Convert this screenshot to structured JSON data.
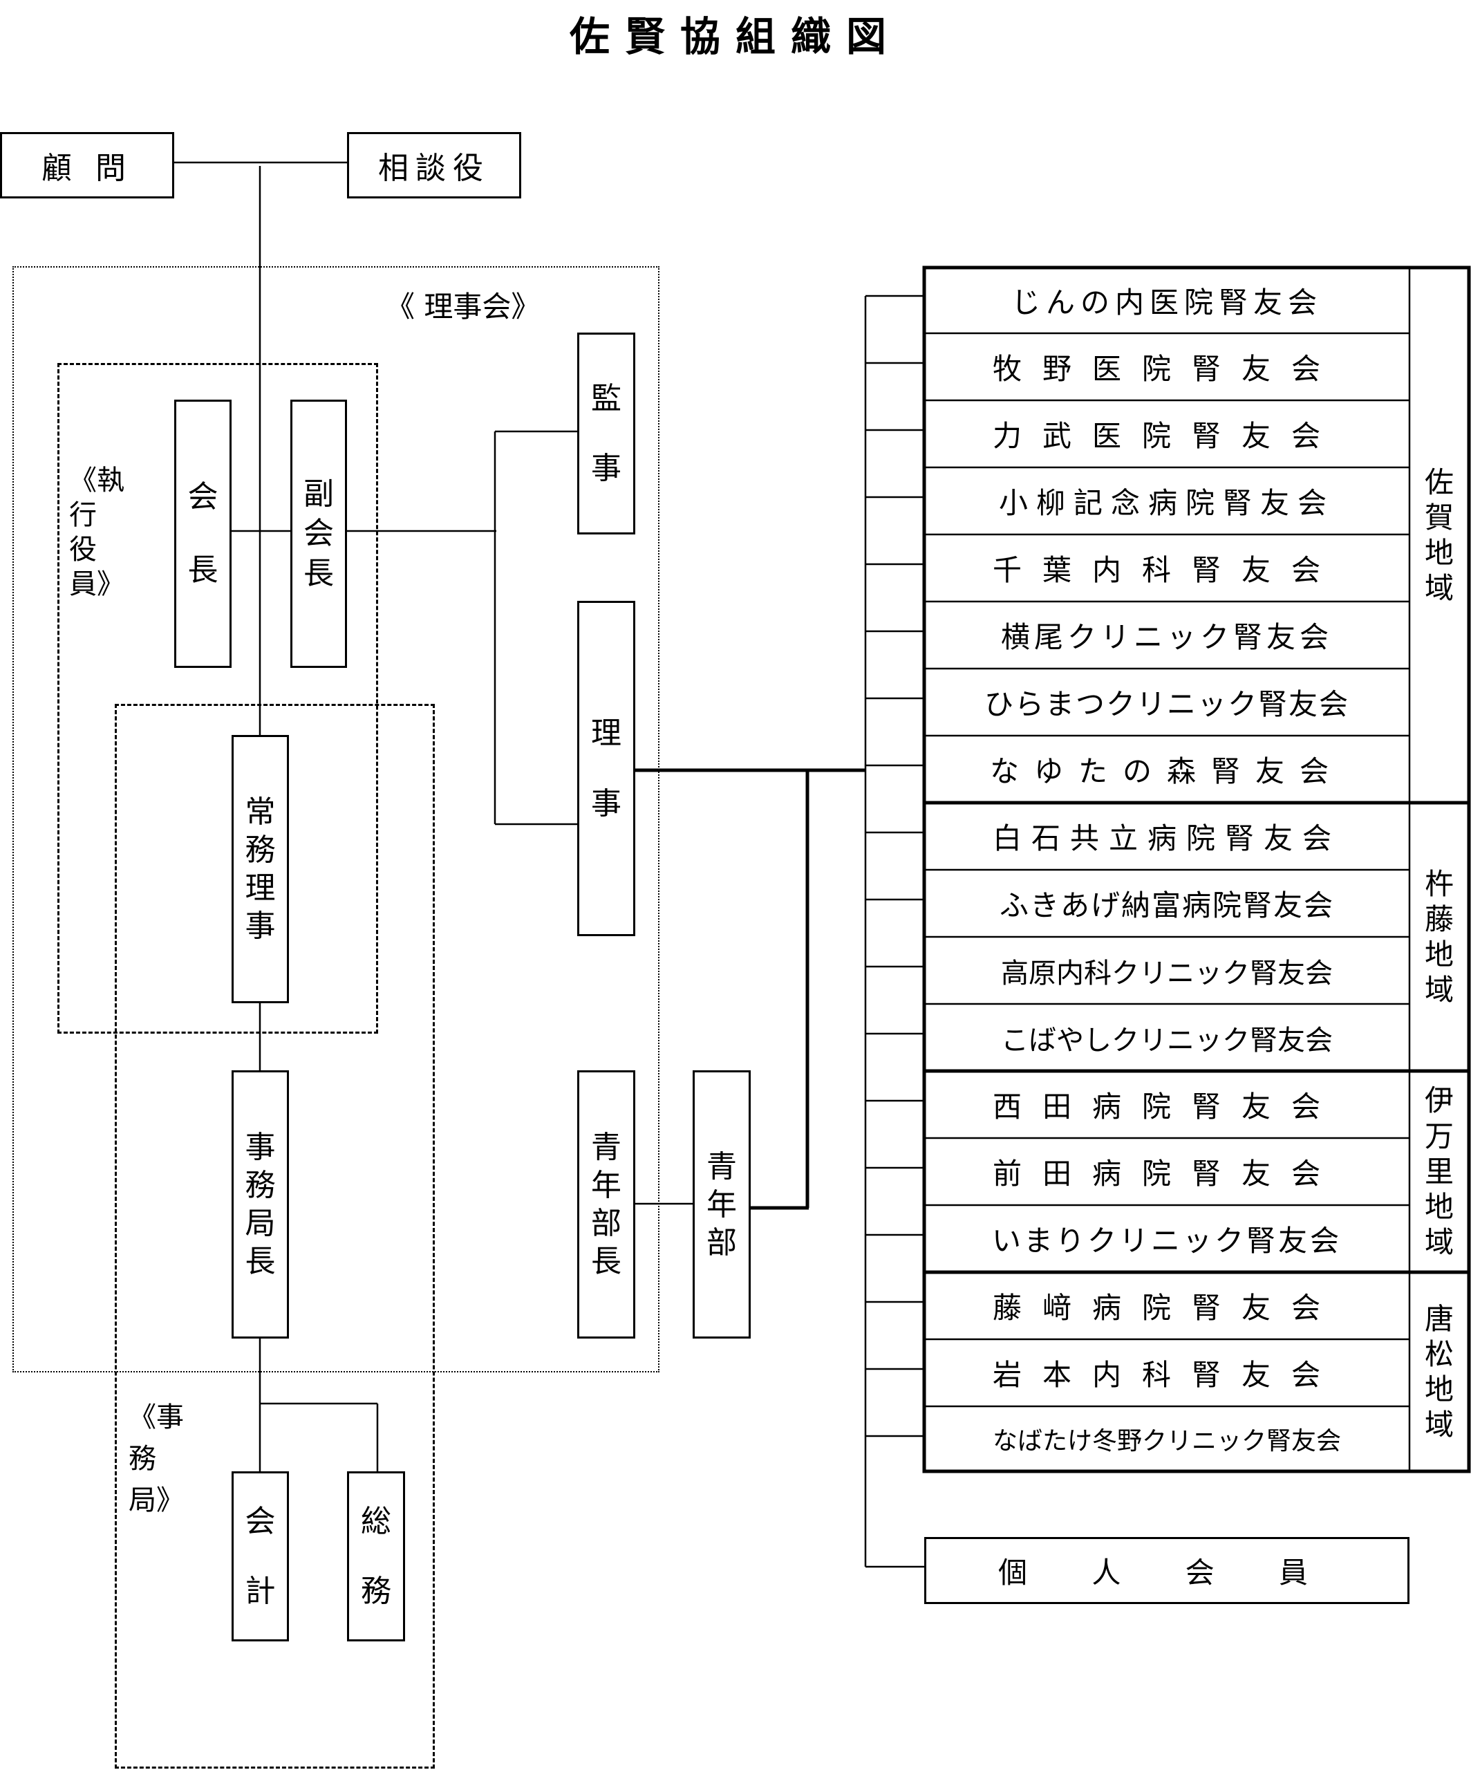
{
  "title": "佐賢協組織図",
  "top": {
    "advisor": "顧 問",
    "counselor": "相談役"
  },
  "board": {
    "label": "《 理事会》"
  },
  "executive": {
    "label": "《執行役員》"
  },
  "office": {
    "label": "《事 務 局》"
  },
  "roles": {
    "president": "会長",
    "vice_president": "副会長",
    "managing_director": "常務理事",
    "secretary_general": "事務局長",
    "accounting": "会計",
    "general_affairs": "総務",
    "auditor": "監事",
    "director": "理事",
    "youth_chief": "青年部長",
    "youth_dept": "青年部"
  },
  "clubs": [
    "じんの内医院腎友会",
    "牧野医院腎友会",
    "力武医院腎友会",
    "小柳記念病院腎友会",
    "千葉内科腎友会",
    "横尾クリニック腎友会",
    "ひらまつクリニック腎友会",
    "なゆたの森腎友会",
    "白石共立病院腎友会",
    "ふきあげ納富病院腎友会",
    "高原内科クリニック腎友会",
    "こばやしクリニック腎友会",
    "西田病院腎友会",
    "前田病院腎友会",
    "いまりクリニック腎友会",
    "藤﨑病院腎友会",
    "岩本内科腎友会",
    "なばたけ冬野クリニック腎友会"
  ],
  "regions": [
    "佐賀地域",
    "杵藤地域",
    "伊万里地域",
    "唐松地域"
  ],
  "individual": "個 人 会 員"
}
